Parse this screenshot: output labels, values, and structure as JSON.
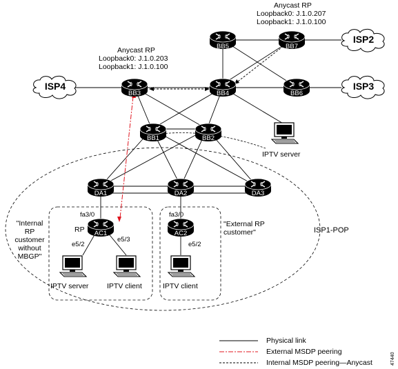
{
  "clouds": {
    "isp2": "ISP2",
    "isp3": "ISP3",
    "isp4": "ISP4",
    "isp1_pop": "ISP1-POP"
  },
  "routers": {
    "bb3": "BB3",
    "bb4": "BB4",
    "bb5": "BB5",
    "bb6": "BB6",
    "bb7": "BB7",
    "bb1": "BB1",
    "bb2": "BB2",
    "da1": "DA1",
    "da2": "DA2",
    "da3": "DA3",
    "ac1": "AC1",
    "ac2": "AC2"
  },
  "anycast_left": {
    "title": "Anycast RP",
    "loopback0": "Loopback0: J.1.0.203",
    "loopback1": "Loopback1: J.1.0.100"
  },
  "anycast_right": {
    "title": "Anycast RP",
    "loopback0": "Loopback0: J.1.0.207",
    "loopback1": "Loopback1: J.1.0.100"
  },
  "hosts": {
    "iptv_server_top": "IPTV server",
    "iptv_server_left": "IPTV server",
    "iptv_client_left": "IPTV client",
    "iptv_client_right": "IPTV client"
  },
  "interfaces": {
    "ac1_fa": "fa3/0",
    "ac1_e52": "e5/2",
    "ac1_e53": "e5/3",
    "ac2_fa": "fa3/0",
    "ac2_e52": "e5/2",
    "rp": "RP"
  },
  "groups": {
    "internal": "\"Internal\nRP\ncustomer\nwithout\nMBGP\"",
    "external": "\"External RP\ncustomer\""
  },
  "legend": {
    "physical": "Physical link",
    "external_msdp": "External MSDP peering",
    "internal_msdp": "Internal MSDP peering—Anycast"
  },
  "figure_id": "47440",
  "colors": {
    "router_fill": "#000000",
    "external_msdp": "#e0141e",
    "line": "#000000"
  }
}
